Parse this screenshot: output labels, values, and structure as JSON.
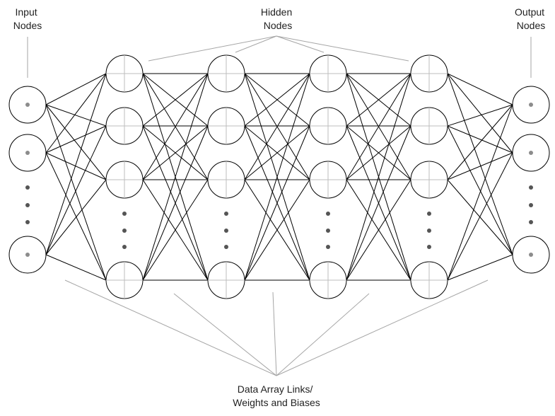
{
  "labels": {
    "input": [
      "Input",
      "Nodes"
    ],
    "hidden": [
      "Hidden",
      "Nodes"
    ],
    "output": [
      "Output",
      "Nodes"
    ],
    "links": [
      "Data Array Links/",
      "Weights and Biases"
    ]
  },
  "network": {
    "layers": [
      {
        "kind": "input",
        "visible_nodes": 3,
        "ellipsis": true
      },
      {
        "kind": "hidden",
        "visible_nodes": 4,
        "ellipsis": true
      },
      {
        "kind": "hidden",
        "visible_nodes": 4,
        "ellipsis": true
      },
      {
        "kind": "hidden",
        "visible_nodes": 4,
        "ellipsis": true
      },
      {
        "kind": "hidden",
        "visible_nodes": 4,
        "ellipsis": true
      },
      {
        "kind": "output",
        "visible_nodes": 3,
        "ellipsis": true
      }
    ],
    "connectivity": "fully-connected"
  },
  "colors": {
    "label_text": "#222222",
    "callout_line": "#a6a6a6",
    "edge": "#000000",
    "node_fill": "#ffffff",
    "node_stroke": "#000000",
    "input_output_dot": "#8c8c8c",
    "crosshair": "#bdbdbd",
    "ellipsis_dot": "#555555"
  }
}
